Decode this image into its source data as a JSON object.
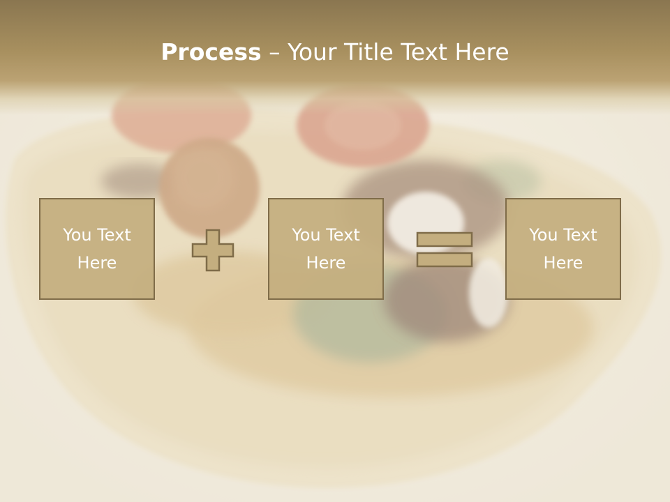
{
  "slide": {
    "title_bold": "Process",
    "title_rest": " – Your Title Text Here"
  },
  "process": {
    "boxes": [
      {
        "label": "You Text Here"
      },
      {
        "label": "You Text Here"
      },
      {
        "label": "You Text Here"
      }
    ],
    "operators": [
      "plus-icon",
      "equals-icon"
    ]
  },
  "colors": {
    "header": "#a8905f",
    "box_fill": "#c4ae7f",
    "box_border": "#7f6c49",
    "text": "#ffffff"
  }
}
